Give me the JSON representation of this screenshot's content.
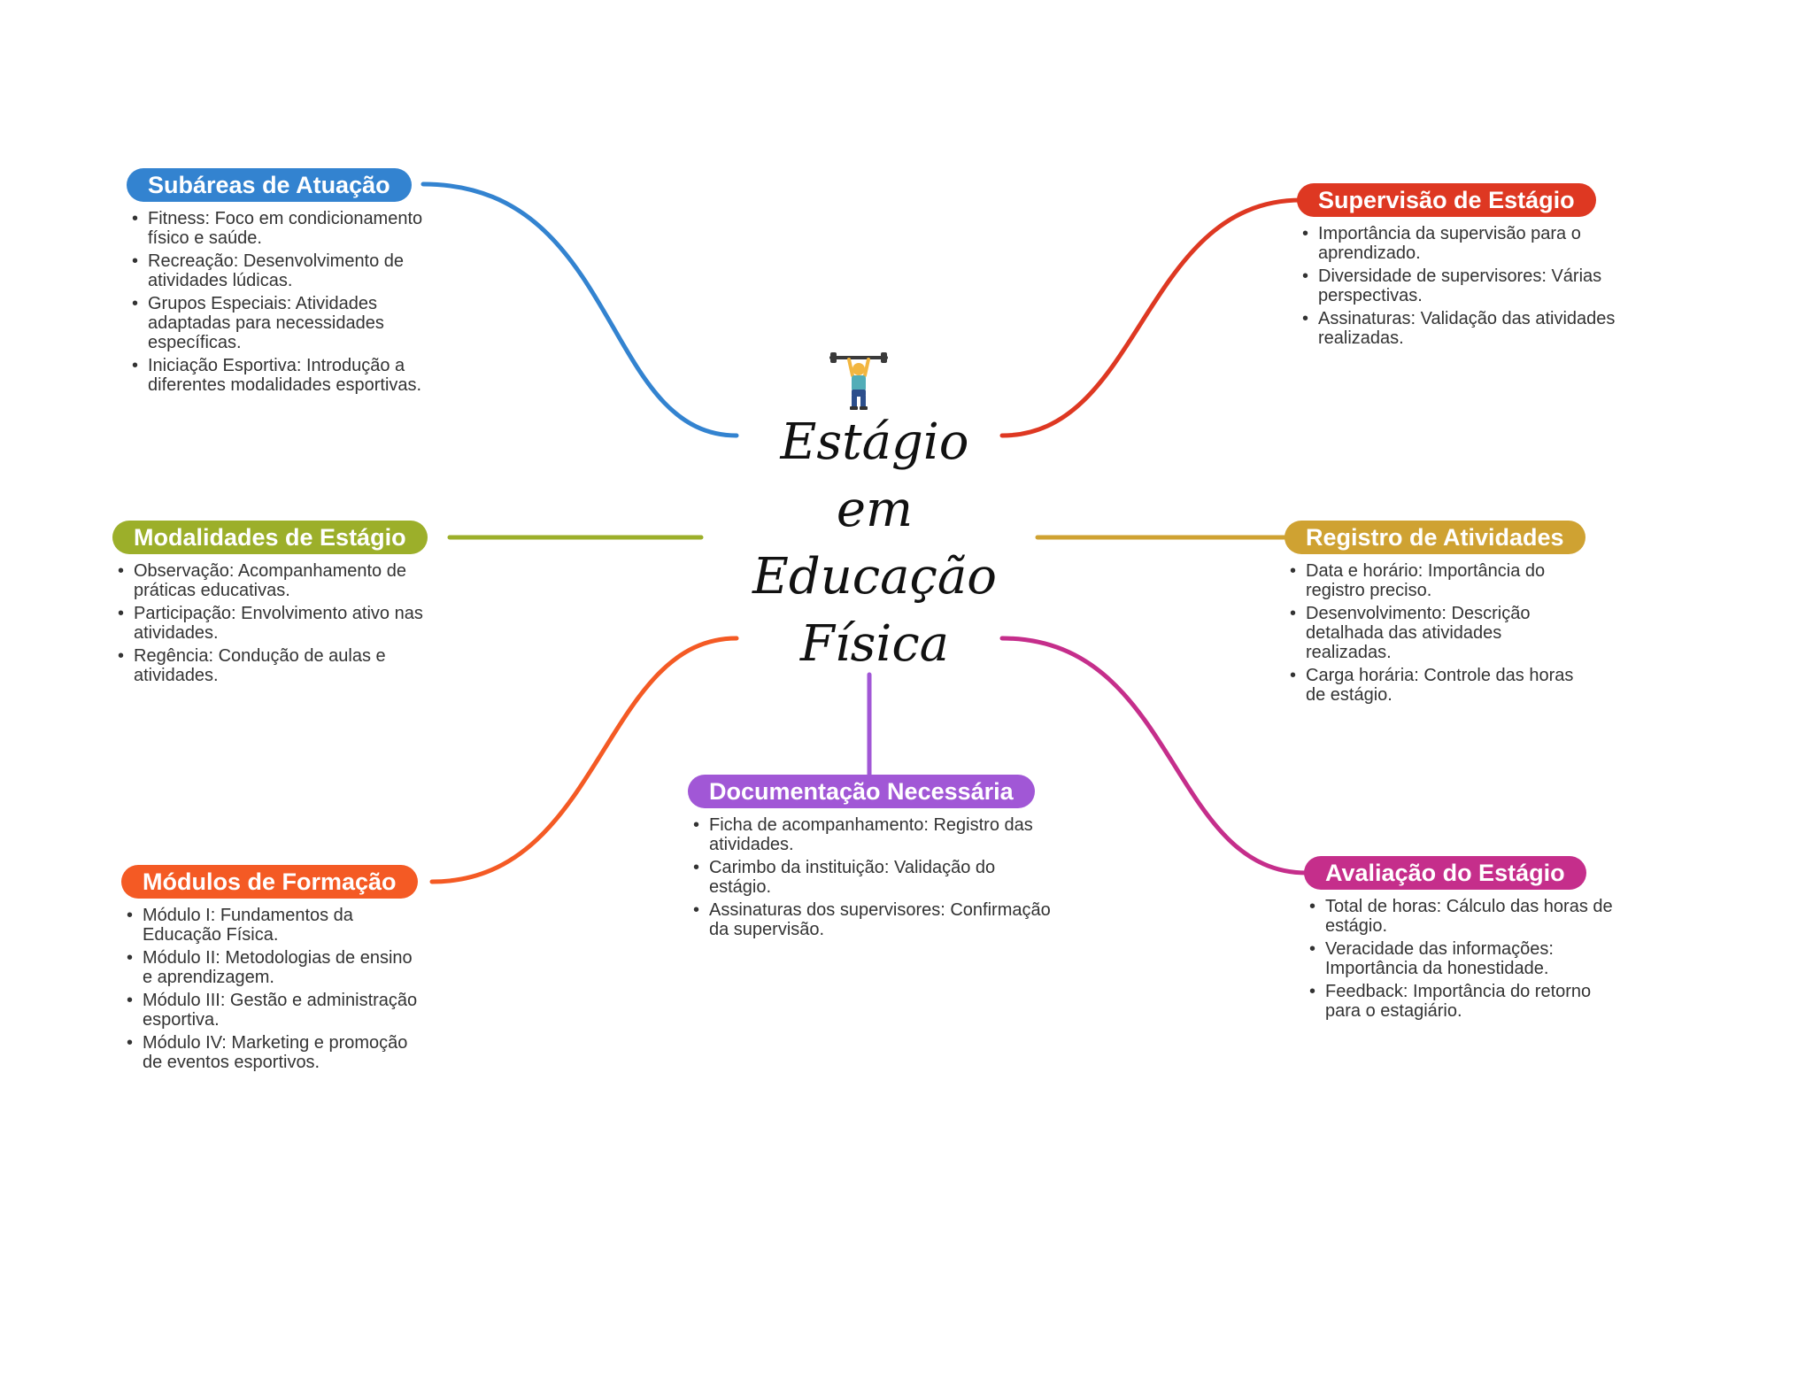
{
  "title": [
    "Estágio",
    "em",
    "Educação",
    "Física"
  ],
  "center_icon": "weightlifter-icon",
  "colors": {
    "subareas": "#3383D0",
    "supervisao": "#DE3822",
    "modalidades": "#9CAF2A",
    "registro": "#CFA232",
    "modulos": "#F45A24",
    "documentacao": "#A157D6",
    "avaliacao": "#C52E8B"
  },
  "branches": {
    "subareas": {
      "label": "Subáreas de Atuação",
      "items": [
        "Fitness: Foco em condicionamento físico e saúde.",
        "Recreação: Desenvolvimento de atividades lúdicas.",
        "Grupos Especiais: Atividades adaptadas para necessidades específicas.",
        "Iniciação Esportiva: Introdução a diferentes modalidades esportivas."
      ]
    },
    "supervisao": {
      "label": "Supervisão de Estágio",
      "items": [
        "Importância da supervisão para o aprendizado.",
        "Diversidade de supervisores: Várias perspectivas.",
        "Assinaturas: Validação das atividades realizadas."
      ]
    },
    "modalidades": {
      "label": "Modalidades de Estágio",
      "items": [
        "Observação: Acompanhamento de práticas educativas.",
        "Participação: Envolvimento ativo nas atividades.",
        "Regência: Condução de aulas e atividades."
      ]
    },
    "registro": {
      "label": "Registro de Atividades",
      "items": [
        "Data e horário: Importância do registro preciso.",
        "Desenvolvimento: Descrição detalhada das atividades realizadas.",
        "Carga horária: Controle das horas de estágio."
      ]
    },
    "modulos": {
      "label": "Módulos de Formação",
      "items": [
        "Módulo I: Fundamentos da Educação Física.",
        "Módulo II: Metodologias de ensino e aprendizagem.",
        "Módulo III: Gestão e administração esportiva.",
        "Módulo IV: Marketing e promoção de eventos esportivos."
      ]
    },
    "documentacao": {
      "label": "Documentação Necessária",
      "items": [
        "Ficha de acompanhamento: Registro das atividades.",
        "Carimbo da instituição: Validação do estágio.",
        "Assinaturas dos supervisores: Confirmação da supervisão."
      ]
    },
    "avaliacao": {
      "label": "Avaliação do Estágio",
      "items": [
        "Total de horas: Cálculo das horas de estágio.",
        "Veracidade das informações: Importância da honestidade.",
        "Feedback: Importância do retorno para o estagiário."
      ]
    }
  }
}
